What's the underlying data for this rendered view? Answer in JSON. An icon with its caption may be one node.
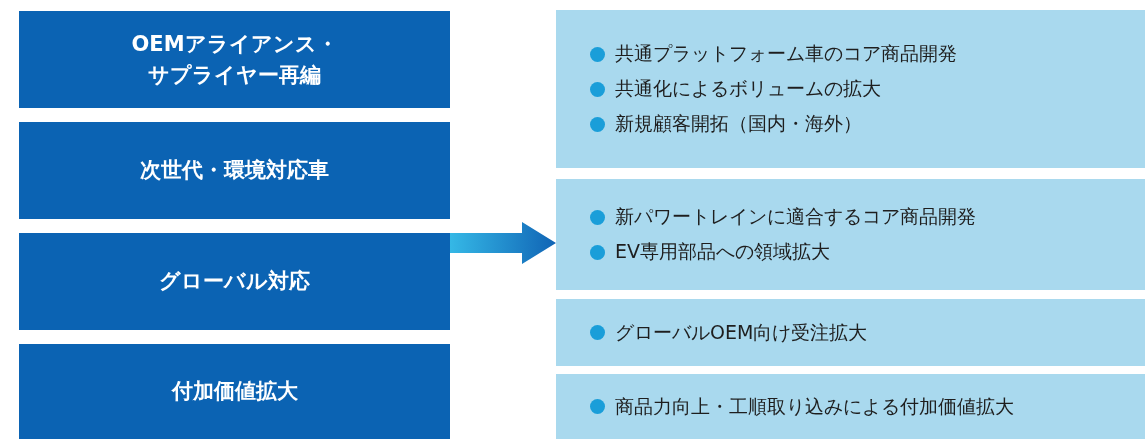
{
  "diagram": {
    "nodes": [
      {
        "text": [
          "OEMアライアンス・サプライヤー再編"
        ]
      },
      {
        "text": [
          "次世代・環境対応車"
        ]
      },
      {
        "text": [
          "グローバル対応"
        ]
      },
      {
        "text": [
          "付加価値拡大"
        ]
      },
      {
        "text": [
          "共通プラットフォーム車のコア商品開発",
          "共通化によるボリュームの拡大",
          "新規顧客開拓（国内・海外）"
        ]
      },
      {
        "text": [
          "新パワートレインに適合するコア商品開発",
          "EV専用部品への領域拡大"
        ]
      },
      {
        "text": [
          "グローバルOEM向け受注拡大"
        ]
      },
      {
        "text": [
          "商品力向上・工順取り込みによる付加価値拡大"
        ]
      }
    ],
    "edges": [
      {
        "from": 2,
        "to": 5,
        "arrow": "to"
      }
    ]
  }
}
